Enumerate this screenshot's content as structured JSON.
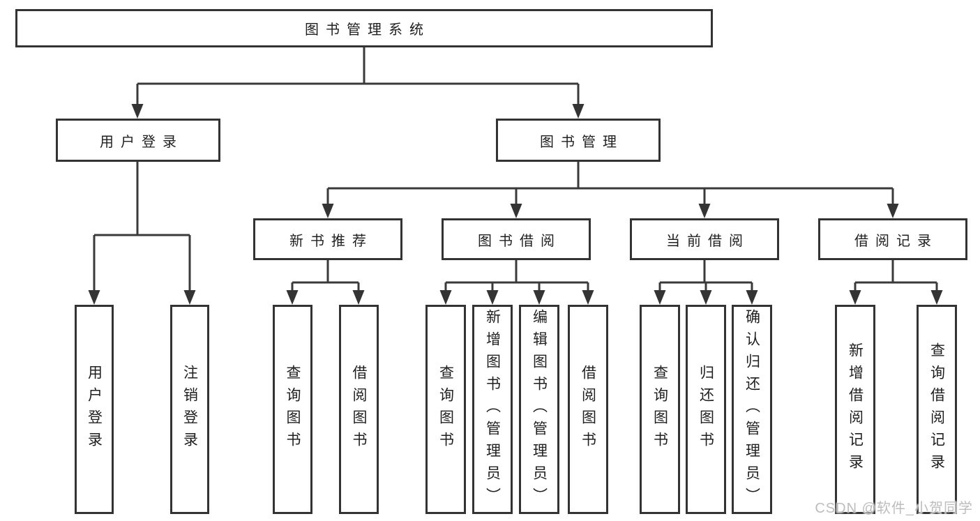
{
  "diagram": {
    "root": "图书管理系统",
    "level2": [
      "用户登录",
      "图书管理"
    ],
    "level3": [
      "新书推荐",
      "图书借阅",
      "当前借阅",
      "借阅记录"
    ],
    "leaves": {
      "login": [
        "用户登录",
        "注销登录"
      ],
      "newbook": [
        "查询图书",
        "借阅图书"
      ],
      "bookborrow": [
        "查询图书",
        "新增图书（管理员）",
        "编辑图书（管理员）",
        "借阅图书"
      ],
      "currentborrow": [
        "查询图书",
        "归还图书",
        "确认归还（管理员）"
      ],
      "records": [
        "新增借阅记录",
        "查询借阅记录"
      ]
    },
    "watermark": "CSDN @软件_小贺同学",
    "colors": {
      "line": "#3a3a3a",
      "border": "#333333",
      "text": "#1f1f1f",
      "watermark_text": "#bdbdbd",
      "background": "#ffffff"
    }
  }
}
